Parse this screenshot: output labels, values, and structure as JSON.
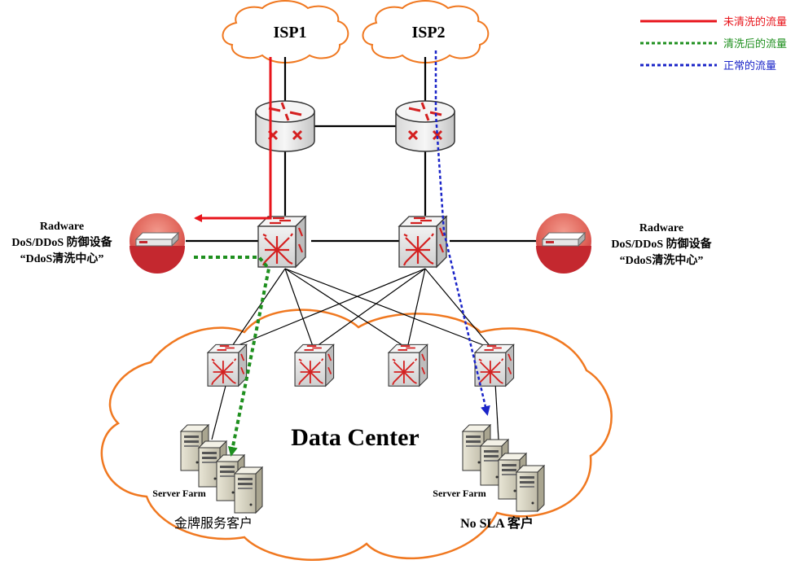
{
  "legend": {
    "items": [
      {
        "label": "未清洗的流量",
        "color": "#e8141b",
        "style": "solid"
      },
      {
        "label": "清洗后的流量",
        "color": "#1e8f1e",
        "style": "dotted"
      },
      {
        "label": "正常的流量",
        "color": "#1a24c8",
        "style": "dotted"
      }
    ]
  },
  "isp": {
    "isp1": "ISP1",
    "isp2": "ISP2"
  },
  "devices": {
    "left": {
      "line1": "Radware",
      "line2": "DoS/DDoS 防御设备",
      "line3": "“DdoS清洗中心”"
    },
    "right": {
      "line1": "Radware",
      "line2": "DoS/DDoS 防御设备",
      "line3": "“DdoS清洗中心”"
    }
  },
  "datacenter": {
    "title": "Data Center",
    "farm_left": "Server Farm",
    "farm_right": "Server Farm",
    "client_left": "金牌服务客户",
    "client_right": "No SLA 客户"
  },
  "colors": {
    "cloud_stroke": "#f07820",
    "dirty": "#e8141b",
    "clean": "#1e8f1e",
    "normal": "#1a24c8",
    "device_red": "#cc2b35"
  }
}
